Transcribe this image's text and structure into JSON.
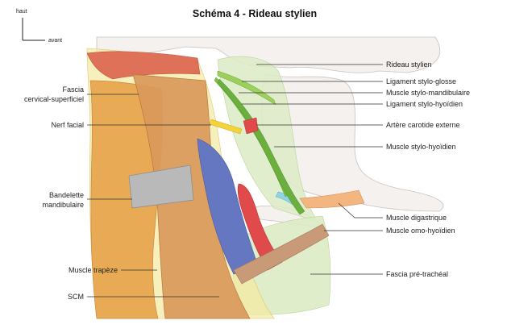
{
  "title": "Schéma 4 - Rideau stylien",
  "orientation": {
    "up_label": "haut",
    "forward_label": "avant"
  },
  "labels_left": {
    "fascia_cervical_superficiel": [
      "Fascia",
      "cervical-superficiel"
    ],
    "nerf_facial": "Nerf facial",
    "bandelette_mandibulaire": [
      "Bandelette",
      "mandibulaire"
    ],
    "muscle_trapeze": "Muscle trapèze",
    "scm": "SCM"
  },
  "labels_right": {
    "rideau_stylien": "Rideau stylien",
    "ligament_stylo_glosse": "Ligament stylo-glosse",
    "muscle_stylo_mandibulaire": "Muscle stylo-mandibulaire",
    "ligament_stylo_hyoidien": "Ligament stylo-hyoïdien",
    "artere_carotide_externe": "Artère carotide externe",
    "muscle_stylo_hyoidien": "Muscle stylo-hyoïdien",
    "muscle_digastrique": "Muscle digastrique",
    "muscle_omo_hyoidien": "Muscle omo-hyoïdien",
    "fascia_pre_tracheal": "Fascia pré-trachéal"
  },
  "colors": {
    "bone": "#f5f1ee",
    "bone_stroke": "#c9c2bd",
    "trapezius": "#e8aa55",
    "scm": "#d9995a",
    "fascia_yellow": "#f4eaa0",
    "skin_red": "#de7158",
    "jugular_blue": "#6677c2",
    "carotid_red": "#e04a4a",
    "stylo_green": "#7fbf4a",
    "pretracheal_green": "#dcebc4",
    "omohyoid_brown": "#c99a78",
    "digastric_orange": "#f3b680",
    "mandibular_band_gray": "#b9b9b9"
  }
}
